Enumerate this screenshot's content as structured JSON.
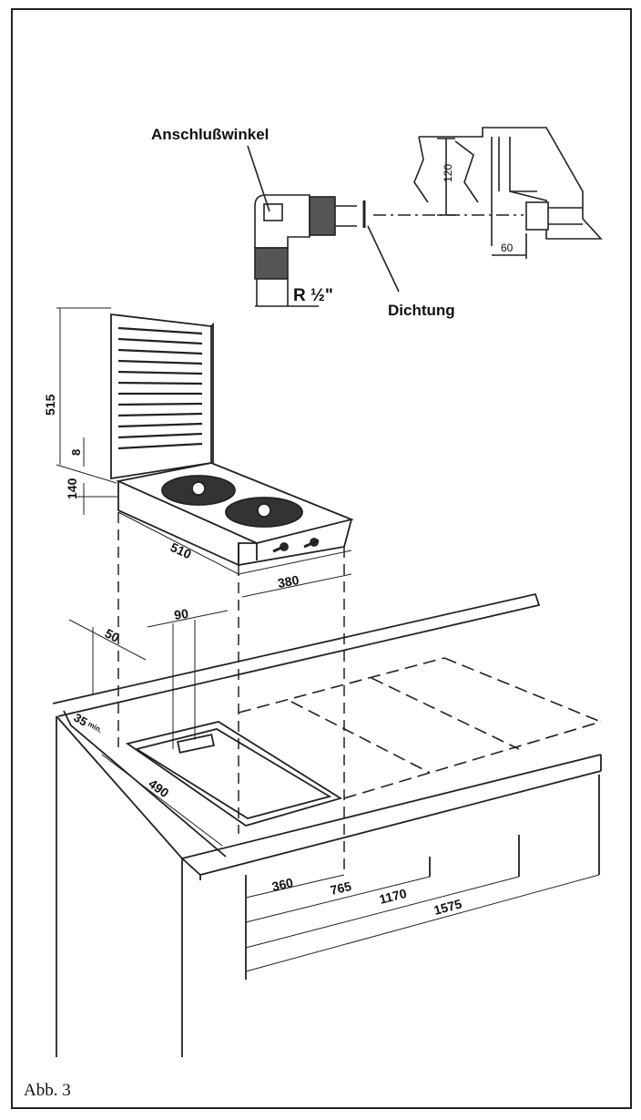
{
  "labels": {
    "connector": "Anschlußwinkel",
    "seal": "Dichtung",
    "thread": "R ½\"",
    "caption": "Abb. 3"
  },
  "dimensions": {
    "detail_height": "120",
    "detail_depth": "60",
    "height_total": "515",
    "height_small": "8",
    "height_base": "140",
    "width_510": "510",
    "width_380": "380",
    "offset_50": "50",
    "offset_90": "90",
    "min_35": "35",
    "min_suffix": "min.",
    "depth_490": "490",
    "run_360": "360",
    "run_765": "765",
    "run_1170": "1170",
    "run_1575": "1575"
  }
}
